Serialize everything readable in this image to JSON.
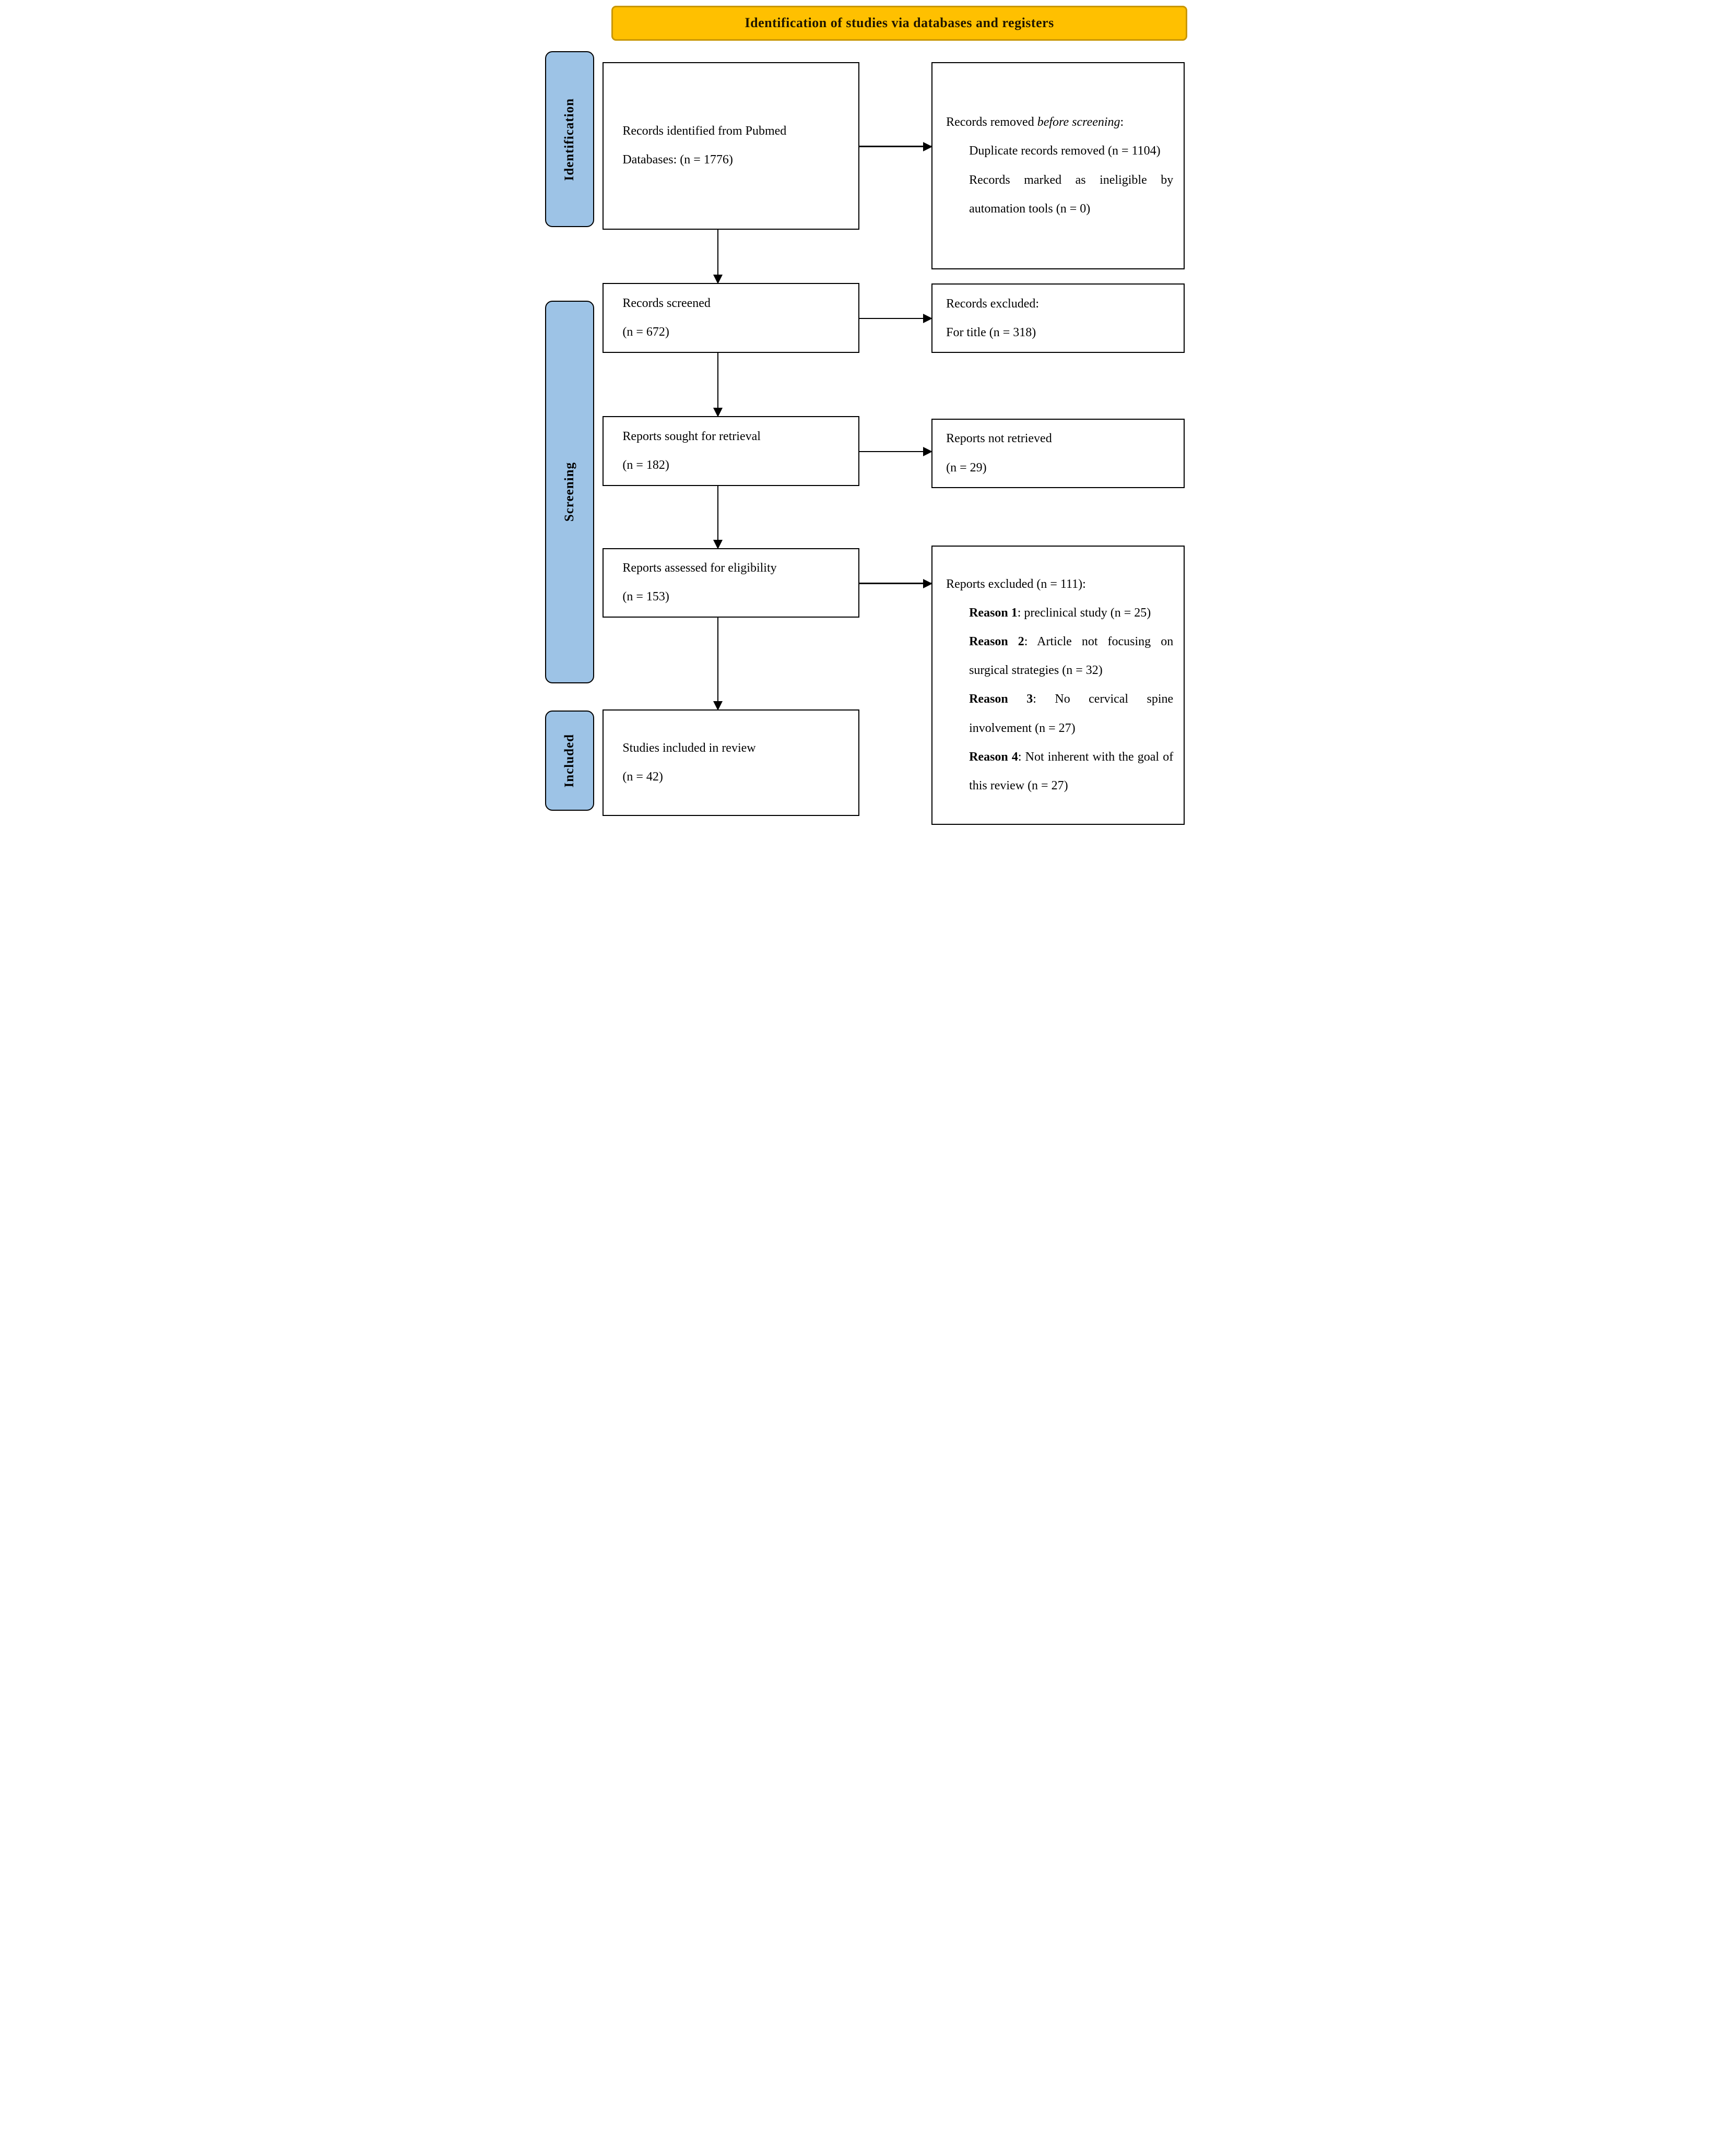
{
  "header": {
    "title": "Identification of studies via databases and registers"
  },
  "stages": [
    {
      "label": "Identification"
    },
    {
      "label": "Screening"
    },
    {
      "label": "Included"
    }
  ],
  "boxes": {
    "records_identified": {
      "lines": [
        "Records identified from Pubmed",
        "Databases: (n = 1776)"
      ]
    },
    "records_removed": {
      "intro_normal": "Records removed ",
      "intro_italic": "before screening",
      "intro_colon": ":",
      "items": [
        "Duplicate records removed (n = 1104)",
        "Records marked as ineligible by automation tools (n = 0)"
      ]
    },
    "records_screened": {
      "lines": [
        "Records screened",
        "(n = 672)"
      ]
    },
    "records_excluded": {
      "lines": [
        "Records excluded:",
        "For title (n = 318)"
      ]
    },
    "reports_sought": {
      "lines": [
        "Reports sought for retrieval",
        "(n = 182)"
      ]
    },
    "reports_not_retrieved": {
      "lines": [
        "Reports not retrieved",
        "(n = 29)"
      ]
    },
    "reports_assessed": {
      "lines": [
        "Reports assessed for eligibility",
        "(n = 153)"
      ]
    },
    "reports_excluded": {
      "intro": "Reports excluded (n = 111):",
      "reasons": [
        {
          "label": "Reason 1",
          "text": ": preclinical study (n = 25)"
        },
        {
          "label": "Reason 2",
          "text": ": Article not focusing on surgical strategies (n = 32)"
        },
        {
          "label": "Reason 3",
          "text": ": No cervical spine involvement (n = 27)"
        },
        {
          "label": "Reason 4",
          "text": ": Not inherent with the goal of this review (n = 27)"
        }
      ]
    },
    "studies_included": {
      "lines": [
        "Studies included in review",
        "(n = 42)"
      ]
    }
  },
  "colors": {
    "header_bg": "#FFC000",
    "header_border": "#C89600",
    "header_text": "#201600",
    "stage_bg": "#9DC3E6",
    "stage_border": "#000000",
    "box_bg": "#FFFFFF",
    "box_border": "#000000",
    "arrow": "#000000",
    "text": "#000000"
  }
}
